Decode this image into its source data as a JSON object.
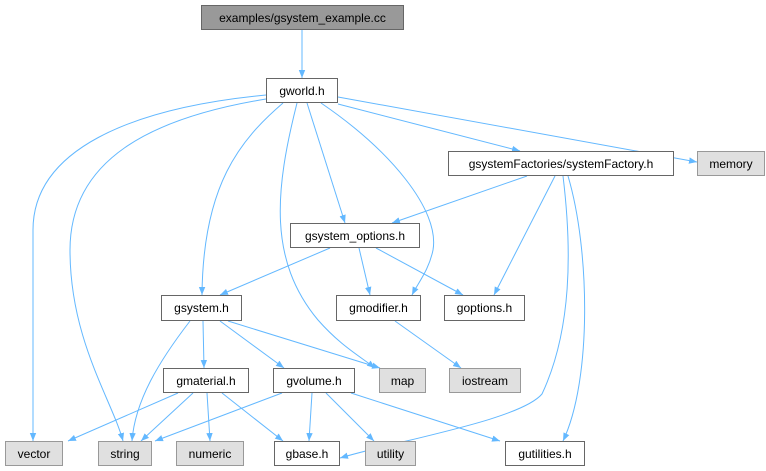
{
  "nodes": {
    "examples": "examples/gsystem_example.cc",
    "gworld": "gworld.h",
    "systemFactory": "gsystemFactories/systemFactory.h",
    "memory": "memory",
    "gsystem_options": "gsystem_options.h",
    "gsystem": "gsystem.h",
    "gmodifier": "gmodifier.h",
    "goptions": "goptions.h",
    "gmaterial": "gmaterial.h",
    "gvolume": "gvolume.h",
    "map": "map",
    "iostream": "iostream",
    "vector": "vector",
    "string": "string",
    "numeric": "numeric",
    "gbase": "gbase.h",
    "utility": "utility",
    "gutilities": "gutilities.h"
  },
  "edges": [
    [
      "examples",
      "gworld"
    ],
    [
      "gworld",
      "vector"
    ],
    [
      "gworld",
      "string"
    ],
    [
      "gworld",
      "gsystem"
    ],
    [
      "gworld",
      "map"
    ],
    [
      "gworld",
      "gsystem_options"
    ],
    [
      "gworld",
      "gmodifier"
    ],
    [
      "gworld",
      "systemFactory"
    ],
    [
      "gworld",
      "memory"
    ],
    [
      "systemFactory",
      "gsystem_options"
    ],
    [
      "systemFactory",
      "goptions"
    ],
    [
      "systemFactory",
      "gbase"
    ],
    [
      "systemFactory",
      "gutilities"
    ],
    [
      "gsystem_options",
      "gsystem"
    ],
    [
      "gsystem_options",
      "gmodifier"
    ],
    [
      "gsystem_options",
      "goptions"
    ],
    [
      "gsystem",
      "string"
    ],
    [
      "gsystem",
      "gmaterial"
    ],
    [
      "gsystem",
      "gvolume"
    ],
    [
      "gsystem",
      "map"
    ],
    [
      "gmodifier",
      "iostream"
    ],
    [
      "gmaterial",
      "vector"
    ],
    [
      "gmaterial",
      "string"
    ],
    [
      "gmaterial",
      "numeric"
    ],
    [
      "gmaterial",
      "gbase"
    ],
    [
      "gvolume",
      "string"
    ],
    [
      "gvolume",
      "gbase"
    ],
    [
      "gvolume",
      "utility"
    ],
    [
      "gvolume",
      "gutilities"
    ]
  ],
  "colors": {
    "edge": "#63b8ff",
    "root_fill": "#999999",
    "system_fill": "#e0e0e0",
    "node_border": "#666666"
  }
}
